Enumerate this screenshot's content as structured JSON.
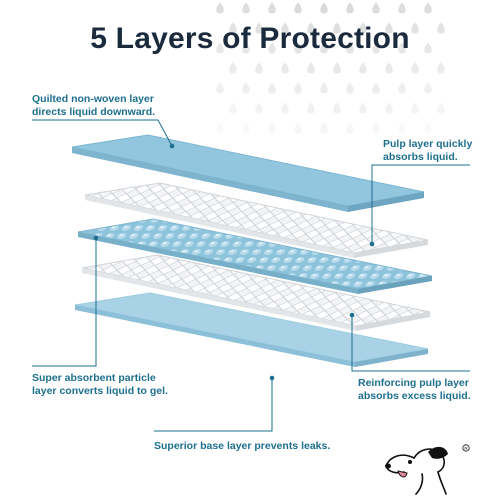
{
  "title": "5 Layers of Protection",
  "colors": {
    "title": "#1b2a3d",
    "callout_text": "#1e6f8f",
    "leader_line": "#1e6f8f",
    "blue_layer": "#8fc4dd",
    "white_layer": "#ffffff",
    "droplet": "#d9d9d9"
  },
  "callouts": {
    "top": {
      "line1": "Quilted non-woven layer",
      "line2": "directs liquid downward."
    },
    "pulp": {
      "line1": "Pulp layer quickly",
      "line2": "absorbs liquid."
    },
    "sap": {
      "line1": "Super absorbent particle",
      "line2": "layer converts liquid to gel."
    },
    "reinforcing": {
      "line1": "Reinforcing pulp layer",
      "line2": "absorbs excess liquid."
    },
    "base": {
      "text": "Superior base layer prevents leaks."
    }
  },
  "icons": {
    "droplets": "water-droplet-icon",
    "mascot": "dog-mascot-icon"
  }
}
